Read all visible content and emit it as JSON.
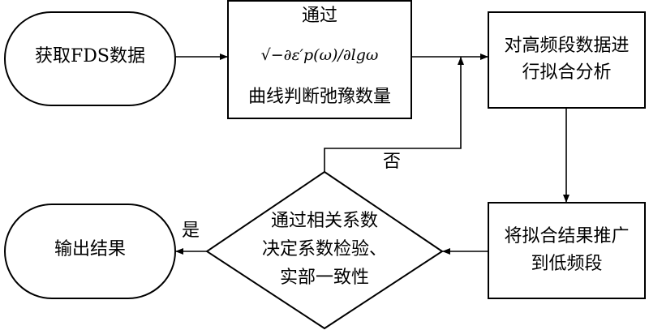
{
  "nodes": {
    "get_fds": "获取FDS数据",
    "judge": {
      "top": "通过",
      "formula": "√−∂ε′p(ω)/∂lgω",
      "bottom": "曲线判断弛豫数量"
    },
    "fit_high": {
      "line1": "对高频段数据进",
      "line2": "行拟合分析"
    },
    "extend": {
      "line1": "将拟合结果推广",
      "line2": "到低频段"
    },
    "decision": {
      "line1": "通过相关系数",
      "line2": "决定系数检验、",
      "line3": "实部一致性"
    },
    "output": "输出结果"
  },
  "edges": {
    "no_label": "否",
    "yes_label": "是"
  }
}
